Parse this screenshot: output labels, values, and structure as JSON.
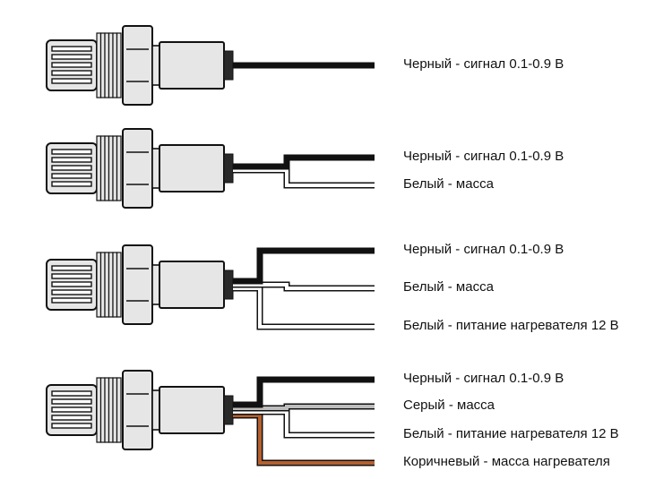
{
  "colors": {
    "black_wire": "#111111",
    "white_wire": "#ffffff",
    "grey_wire": "#bdbdbd",
    "brown_wire": "#b5602f",
    "outline": "#111111",
    "body_fill": "#e6e6e6"
  },
  "sensors": [
    {
      "wires": [
        {
          "color": "black",
          "label": "Черный - сигнал 0.1-0.9 В"
        }
      ]
    },
    {
      "wires": [
        {
          "color": "black",
          "label": "Черный - сигнал 0.1-0.9 В"
        },
        {
          "color": "white",
          "label": "Белый - масса"
        }
      ]
    },
    {
      "wires": [
        {
          "color": "black",
          "label": "Черный - сигнал 0.1-0.9 В"
        },
        {
          "color": "white",
          "label": "Белый - масса"
        },
        {
          "color": "white",
          "label": "Белый - питание нагревателя 12 В"
        }
      ]
    },
    {
      "wires": [
        {
          "color": "black",
          "label": "Черный - сигнал 0.1-0.9 В"
        },
        {
          "color": "grey",
          "label": "Серый - масса"
        },
        {
          "color": "white",
          "label": "Белый - питание нагревателя 12 В"
        },
        {
          "color": "brown",
          "label": "Коричневый - масса нагревателя"
        }
      ]
    }
  ]
}
